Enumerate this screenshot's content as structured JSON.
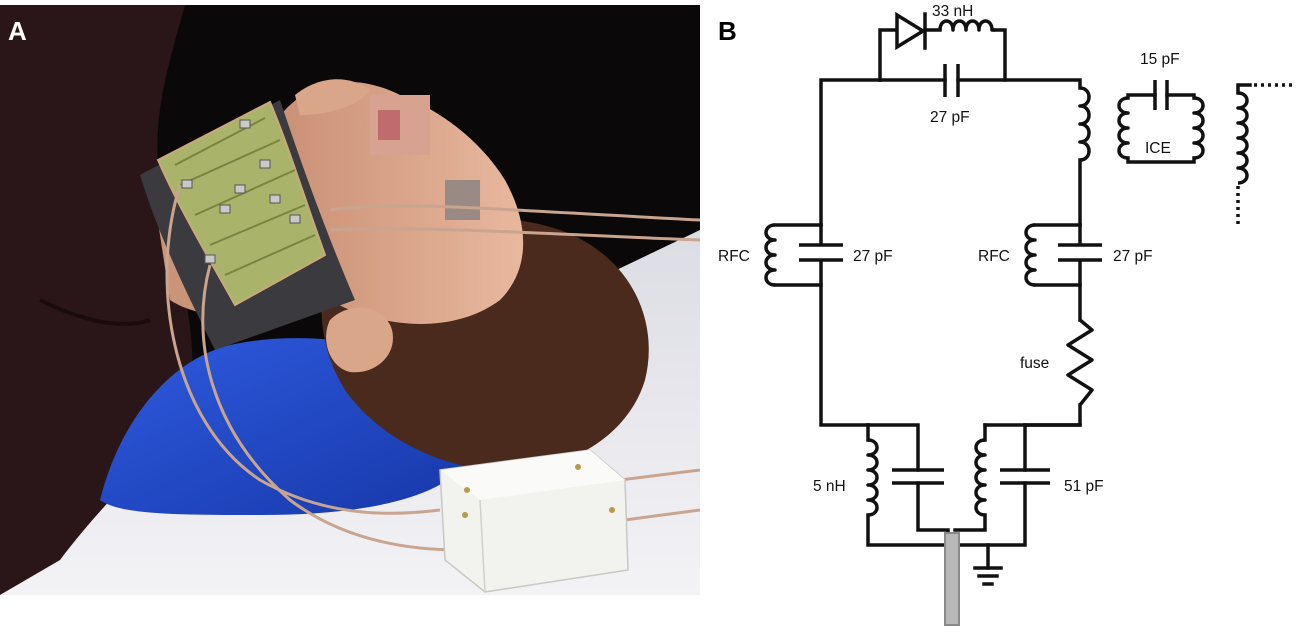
{
  "figure": {
    "panel_a": {
      "letter": "A"
    },
    "panel_b": {
      "letter": "B"
    }
  },
  "circuit": {
    "diode_inductor": "33 nH",
    "top_capacitor": "27 pF",
    "detune_capacitor": "15 pF",
    "detune_label": "ICE",
    "left_rfc": "RFC",
    "left_capacitor": "27 pF",
    "right_rfc": "RFC",
    "right_capacitor": "27 pF",
    "fuse": "fuse",
    "match_inductor": "5 nH",
    "match_capacitor": "51 pF"
  },
  "colors": {
    "background_dark": "#0a0808",
    "shirt": "#2a1518",
    "skin": "#d9a68a",
    "hair": "#4a2a1c",
    "pillow": "#1f47c9",
    "bedsheet": "#e8e8ee",
    "foam": "#3a3a3f",
    "pcb": "#a9b36a",
    "cable": "#c9a48e",
    "box": "#f2f2ef",
    "coax": "#b8b8b8"
  }
}
